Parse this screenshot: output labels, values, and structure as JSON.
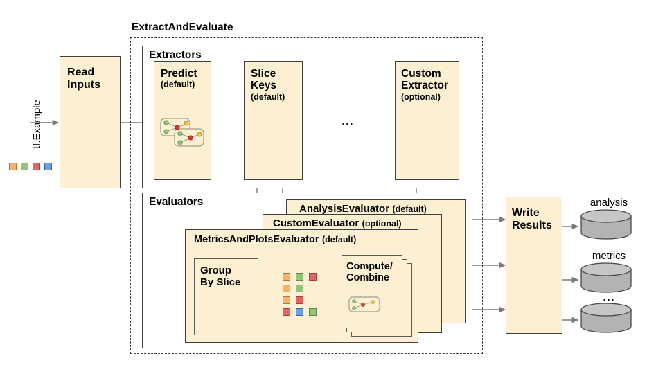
{
  "diagram": {
    "title": "ExtractAndEvaluate",
    "input_label": "tf.Example",
    "ellipsis": "...",
    "read_inputs": {
      "line1": "Read",
      "line2": "Inputs"
    },
    "extractors": {
      "group_label": "Extractors",
      "items": [
        {
          "name": "Predict",
          "qualifier": "(default)",
          "line2": ""
        },
        {
          "name": "Slice",
          "line2": "Keys",
          "qualifier": "(default)"
        },
        {
          "name": "Custom",
          "line2": "Extractor",
          "qualifier": "(optional)"
        }
      ]
    },
    "evaluators": {
      "group_label": "Evaluators",
      "stack": [
        {
          "name": "AnalysisEvaluator",
          "qualifier": "(default)"
        },
        {
          "name": "CustomEvaluator",
          "qualifier": "(optional)"
        },
        {
          "name": "MetricsAndPlotsEvaluator",
          "qualifier": "(default)"
        }
      ],
      "group_by_slice": {
        "line1": "Group",
        "line2": "By Slice"
      },
      "compute_combine": {
        "line1": "Compute/",
        "line2": "Combine"
      },
      "slice_rows": [
        [
          "orange",
          "green",
          "red"
        ],
        [
          "orange",
          "green"
        ],
        [
          "orange",
          "red"
        ],
        [
          "red",
          "blue",
          "green"
        ]
      ]
    },
    "write_results": {
      "line1": "Write",
      "line2": "Results"
    },
    "outputs": [
      {
        "label": "analysis"
      },
      {
        "label": "metrics"
      },
      {
        "label": "..."
      }
    ],
    "input_chips": [
      "orange",
      "green",
      "red",
      "blue"
    ],
    "colors": {
      "box_fill": "#fdf0d2",
      "box_stroke": "#3f3f3f",
      "arrow": "#7a7a7a",
      "cylinder_fill": "#b3b3b3",
      "cylinder_top": "#c4c4c4",
      "chip_orange": "#f6b26b",
      "chip_green": "#93c47d",
      "chip_red": "#e06666",
      "chip_blue": "#6d9eeb"
    }
  }
}
